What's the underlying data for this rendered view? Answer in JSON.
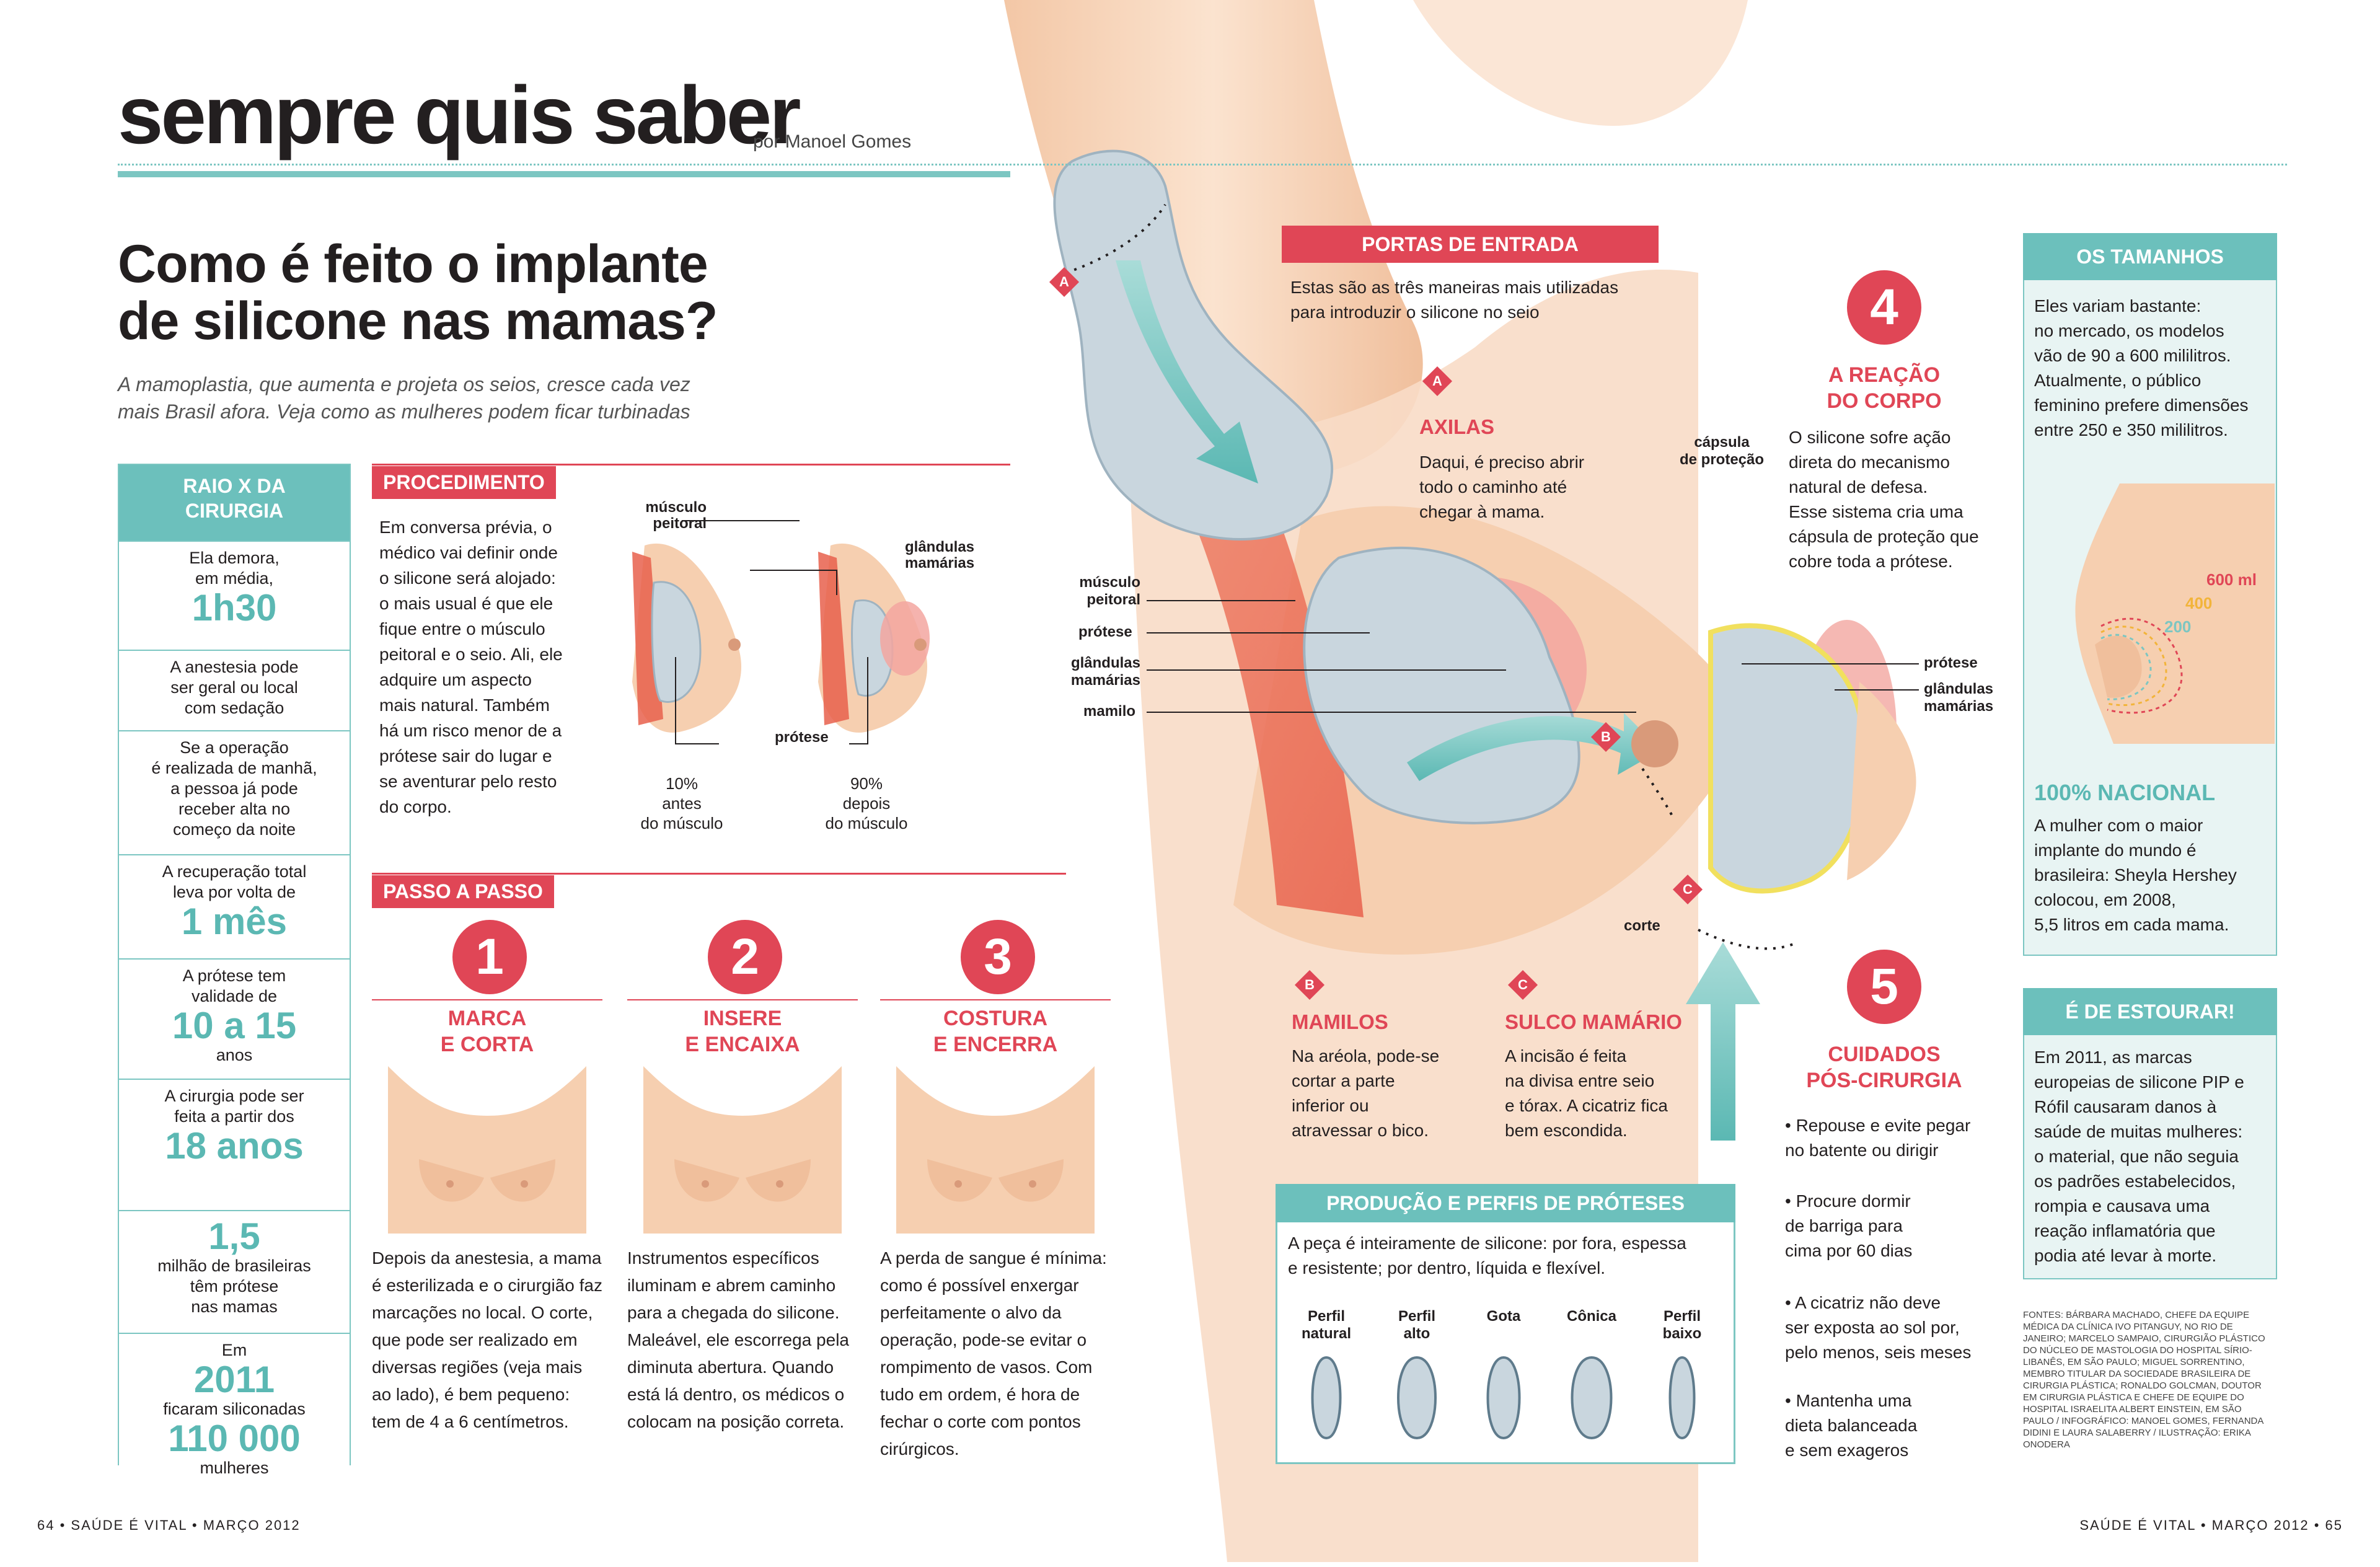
{
  "header": {
    "kicker": "sempre quis saber",
    "byline": "por Manoel Gomes",
    "headline_line1": "Como é feito o implante",
    "headline_line2": "de silicone nas mamas?",
    "lead_line1": "A mamoplastia, que aumenta e projeta os seios, cresce cada vez",
    "lead_line2": "mais Brasil afora. Veja como as mulheres podem ficar turbinadas"
  },
  "raio_x": {
    "title_line1": "RAIO X DA",
    "title_line2": "CIRURGIA",
    "items": [
      {
        "pre": "Ela demora,\nem média,",
        "big": "1h30",
        "post": ""
      },
      {
        "pre": "A anestesia pode\nser geral ou local\ncom sedação",
        "big": "",
        "post": ""
      },
      {
        "pre": "Se a operação\né realizada de manhã,\na pessoa já pode\nreceber alta no\ncomeço da noite",
        "big": "",
        "post": ""
      },
      {
        "pre": "A recuperação total\nleva por volta de",
        "big": "1 mês",
        "post": ""
      },
      {
        "pre": "A prótese tem\nvalidade de",
        "big": "10 a 15",
        "post": "anos"
      },
      {
        "pre": "A cirurgia pode ser\nfeita a partir dos",
        "big": "18 anos",
        "post": ""
      },
      {
        "pre": "",
        "big": "1,5",
        "post": "milhão de brasileiras\ntêm prótese\nnas mamas"
      },
      {
        "pre": "Em",
        "big": "2011",
        "post": "ficaram siliconadas",
        "big2": "110 000",
        "post2": "mulheres"
      }
    ]
  },
  "procedimento": {
    "title": "PROCEDIMENTO",
    "text": "Em conversa prévia, o médico vai definir onde o silicone será alojado: o mais usual é que ele fique entre o músculo peitoral e o seio. Ali, ele adquire um aspecto mais natural. Também há um risco menor de a prótese sair do lugar e se aventurar pelo resto do corpo.",
    "label_musculo": "músculo\npeitoral",
    "label_glandulas": "glândulas\nmamárias",
    "label_protese": "prótese",
    "left_caption": "10%\nantes\ndo músculo",
    "right_caption": "90%\ndepois\ndo músculo"
  },
  "passo_a_passo": {
    "title": "PASSO A PASSO",
    "steps": [
      {
        "num": "1",
        "title": "MARCA\nE CORTA",
        "text": "Depois da anestesia, a mama é esterilizada e o cirurgião faz marcações no local. O corte, que pode ser realizado em diversas regiões (veja mais ao lado), é bem pequeno: tem de 4 a 6 centímetros."
      },
      {
        "num": "2",
        "title": "INSERE\nE ENCAIXA",
        "text": "Instrumentos específicos iluminam e abrem caminho para a chegada do silicone. Maleável, ele escorrega pela diminuta abertura. Quando está lá dentro, os médicos o colocam na posição correta."
      },
      {
        "num": "3",
        "title": "COSTURA\nE ENCERRA",
        "text": "A perda de sangue é mínima: como é possível enxergar perfeitamente o alvo da operação, pode-se evitar o rompimento de vasos. Com tudo em ordem, é hora de fechar o corte com pontos cirúrgicos."
      }
    ]
  },
  "portas": {
    "title": "PORTAS DE ENTRADA",
    "intro": "Estas são as três maneiras mais utilizadas\npara introduzir o silicone no seio",
    "a_tag": "A",
    "a_title": "AXILAS",
    "a_text": "Daqui, é preciso abrir\ntodo o caminho até\nchegar à mama.",
    "b_tag": "B",
    "b_title": "MAMILOS",
    "b_text": "Na aréola, pode-se\ncortar a parte\ninferior ou\natravessar o bico.",
    "c_tag": "C",
    "c_title": "SULCO MAMÁRIO",
    "c_text": "A incisão é feita\nna divisa entre seio\ne tórax. A cicatriz fica\nbem escondida."
  },
  "diagram_labels": {
    "musculo": "músculo\npeitoral",
    "protese": "prótese",
    "glandulas": "glândulas\nmamárias",
    "mamilo": "mamilo",
    "corte": "corte",
    "capsula": "cápsula\nde proteção",
    "protese_r": "prótese",
    "glandulas_r": "glândulas\nmamárias",
    "tag_a": "A",
    "tag_b": "B",
    "tag_c": "C"
  },
  "reacao": {
    "num": "4",
    "title": "A REAÇÃO\nDO CORPO",
    "text": "O silicone sofre ação\ndireta do mecanismo\nnatural de defesa.\nEsse sistema cria uma\ncápsula de proteção que\ncobre toda a prótese."
  },
  "cuidados": {
    "num": "5",
    "title": "CUIDADOS\nPÓS-CIRURGIA",
    "items": [
      "• Repouse e evite pegar\nno batente ou dirigir",
      "• Procure dormir\nde barriga para\ncima por 60 dias",
      "• A cicatriz não deve\nser exposta ao sol por,\npelo menos, seis meses",
      "• Mantenha uma\ndieta balanceada\ne sem exageros"
    ]
  },
  "producao": {
    "title": "PRODUÇÃO E PERFIS DE PRÓTESES",
    "text": "A peça é inteiramente de silicone: por fora, espessa\ne resistente; por dentro, líquida e flexível.",
    "profiles": [
      "Perfil\nnatural",
      "Perfil\nalto",
      "Gota",
      "Cônica",
      "Perfil\nbaixo"
    ]
  },
  "tamanhos": {
    "title": "OS TAMANHOS",
    "text": "Eles variam bastante:\nno mercado, os modelos\nvão de 90 a 600 mililitros.\nAtualmente, o público\nfeminino prefere dimensões\nentre 250 e 350 mililitros.",
    "sizes": [
      "600 ml",
      "400",
      "200"
    ],
    "size_colors": [
      "#e04656",
      "#f2b43a",
      "#7cc6c2"
    ]
  },
  "nacional": {
    "title": "100% NACIONAL",
    "text": "A mulher com o maior\nimplante do mundo é\nbrasileira: Sheyla Hershey\ncolocou, em 2008,\n5,5 litros em cada mama."
  },
  "estourar": {
    "title": "É DE ESTOURAR!",
    "text": "Em 2011, as marcas\neuropeias de silicone PIP e\nRófil causaram danos à\nsaúde de muitas mulheres:\no material, que não seguia\nos padrões estabelecidos,\nrompia e causava uma\nreação inflamatória que\npodia até levar à morte."
  },
  "sources": "Fontes: Bárbara Machado, chefe da equipe médica da Clínica Ivo Pitanguy, no Rio de Janeiro; Marcelo Sampaio, cirurgião plástico do núcleo de mastologia do Hospital Sírio-Libanês, em São Paulo; Miguel Sorrentino, membro titular da Sociedade Brasileira de Cirurgia Plástica; Ronaldo Golcman, doutor em cirurgia plástica e chefe de equipe do Hospital Israelita Albert Einstein, em São Paulo / Infográfico: Manoel Gomes, Fernanda Didini e Laura Salaberry / Ilustração: Erika Onodera",
  "footer": {
    "left": "64 • SAÚDE É VITAL • MARÇO 2012",
    "right": "SAÚDE É VITAL • MARÇO 2012 • 65"
  },
  "colors": {
    "teal": "#6cc0bc",
    "red": "#e04656",
    "skin": "#f6d3b8",
    "muscle": "#e9735a"
  }
}
